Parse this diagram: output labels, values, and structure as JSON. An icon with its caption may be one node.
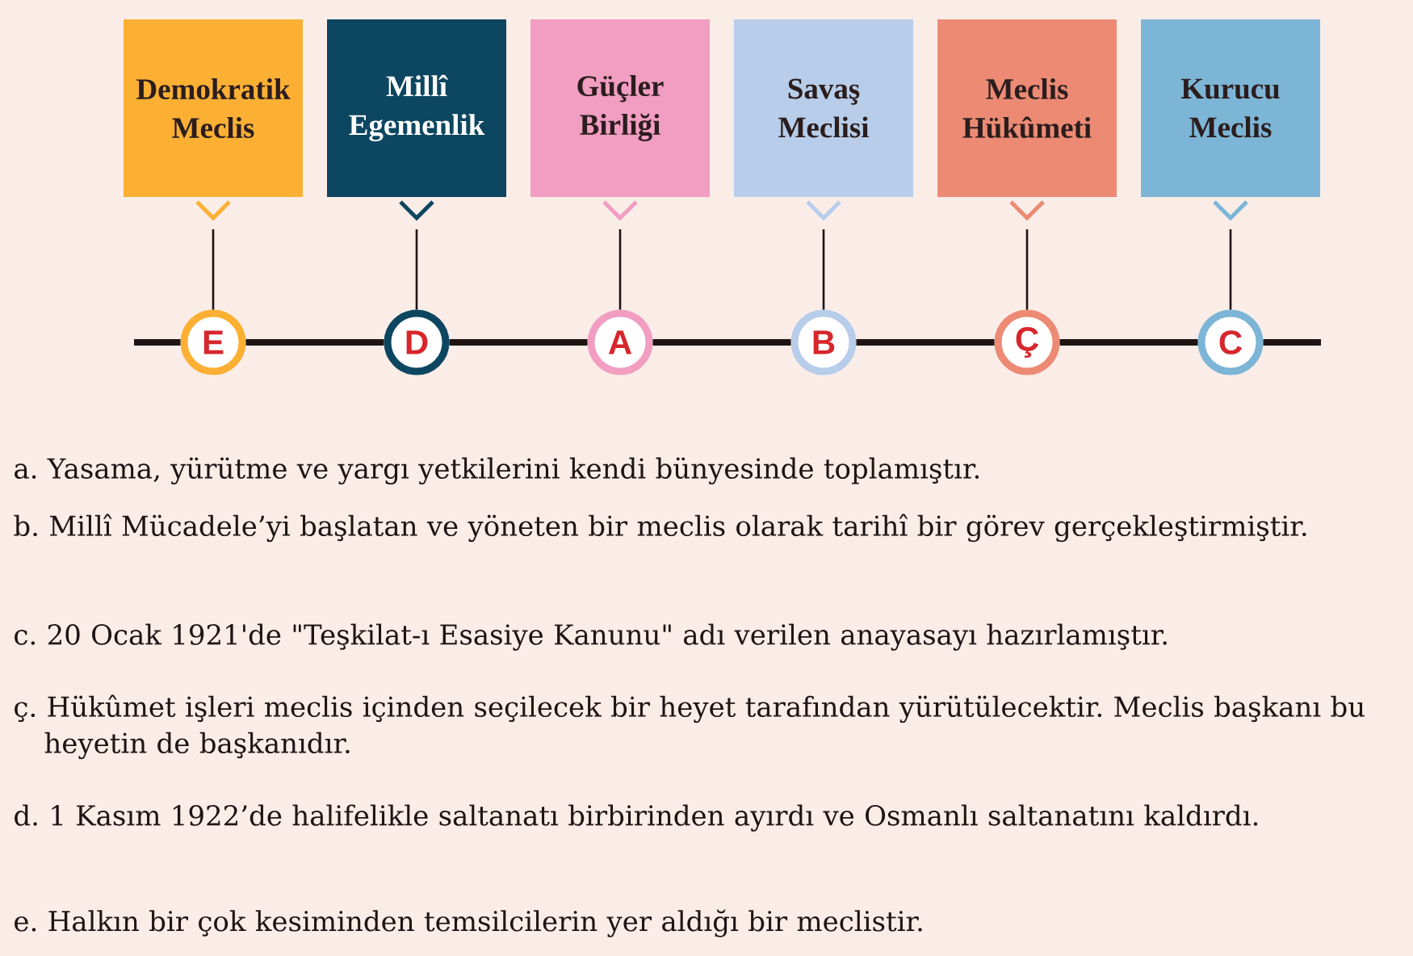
{
  "diagram": {
    "nodes": [
      {
        "text": [
          "Demokratik Meclis"
        ]
      },
      {
        "text": [
          "Millî Egemenlik"
        ]
      },
      {
        "text": [
          "Güçler Birliği"
        ]
      },
      {
        "text": [
          "Savaş Meclisi"
        ]
      },
      {
        "text": [
          "Meclis Hükûmeti"
        ]
      },
      {
        "text": [
          "Kurucu Meclis"
        ]
      },
      {
        "text": [
          "E"
        ]
      },
      {
        "text": [
          "D"
        ]
      },
      {
        "text": [
          "A"
        ]
      },
      {
        "text": [
          "B"
        ]
      },
      {
        "text": [
          "Ç"
        ]
      },
      {
        "text": [
          "C"
        ]
      }
    ],
    "edges": [
      {
        "from": 0,
        "to": 6,
        "arrow": "none"
      },
      {
        "from": 1,
        "to": 7,
        "arrow": "none"
      },
      {
        "from": 2,
        "to": 8,
        "arrow": "none"
      },
      {
        "from": 3,
        "to": 9,
        "arrow": "none"
      },
      {
        "from": 4,
        "to": 10,
        "arrow": "none"
      },
      {
        "from": 5,
        "to": 11,
        "arrow": "none"
      },
      {
        "from": 6,
        "to": 7,
        "arrow": "none",
        "style": "thick"
      },
      {
        "from": 7,
        "to": 8,
        "arrow": "none",
        "style": "thick"
      },
      {
        "from": 8,
        "to": 9,
        "arrow": "none",
        "style": "thick"
      },
      {
        "from": 9,
        "to": 10,
        "arrow": "none",
        "style": "thick"
      },
      {
        "from": 10,
        "to": 11,
        "arrow": "none",
        "style": "thick"
      }
    ],
    "labels": [
      "a. Yasama, yürütme ve yargı yetkilerini kendi bünyesinde toplamıştır.",
      "b. Millî Mücadele’yi başlatan ve yöneten bir meclis olarak tarihî bir görev gerçekleştirmiştir.",
      "c. 20 Ocak 1921'de \"Teşkilat-ı Esasiye Kanunu\" adı verilen anayasayı hazırlamıştır.",
      "ç. Hükûmet işleri meclis içinden seçilecek bir heyet tarafından yürütülecektir. Meclis başkanı bu heyetin de başkanıdır.",
      "d. 1 Kasım 1922’de halifelikle saltanatı birbirinden ayırdı ve Osmanlı saltanatını kaldırdı.",
      "e. Halkın bir çok kesiminden temsilcilerin yer aldığı bir meclistir."
    ]
  }
}
